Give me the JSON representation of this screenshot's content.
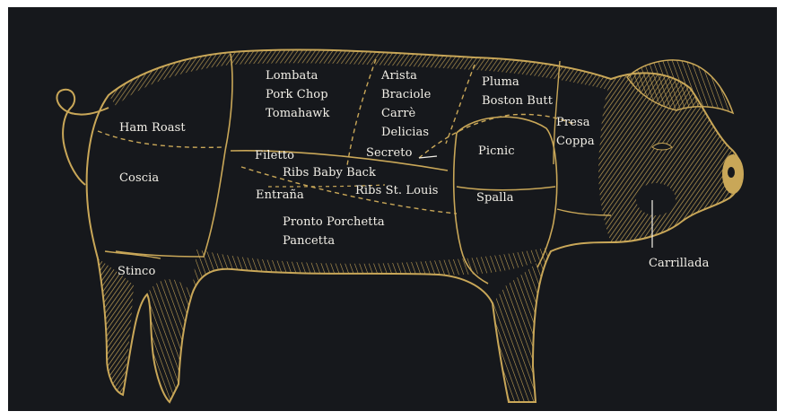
{
  "colors": {
    "background": "#16181c",
    "engraving": "#c9a758",
    "label": "#f3f0e8"
  },
  "labels": {
    "ham_roast": "Ham Roast",
    "coscia": "Coscia",
    "stinco": "Stinco",
    "lombata": "Lombata",
    "pork_chop": "Pork Chop",
    "tomahawk": "Tomahawk",
    "arista": "Arista",
    "braciole": "Braciole",
    "carre": "Carrè",
    "delicias": "Delicias",
    "pluma": "Pluma",
    "boston_butt": "Boston Butt",
    "presa": "Presa",
    "coppa": "Coppa",
    "filetto": "Filetto",
    "ribs_baby_back": "Ribs Baby Back",
    "entrana": "Entraña",
    "ribs_st_louis": "Ribs St. Louis",
    "secreto": "Secreto",
    "picnic": "Picnic",
    "spalla": "Spalla",
    "pronto_porchetta": "Pronto Porchetta",
    "pancetta": "Pancetta",
    "carrillada": "Carrillada"
  }
}
